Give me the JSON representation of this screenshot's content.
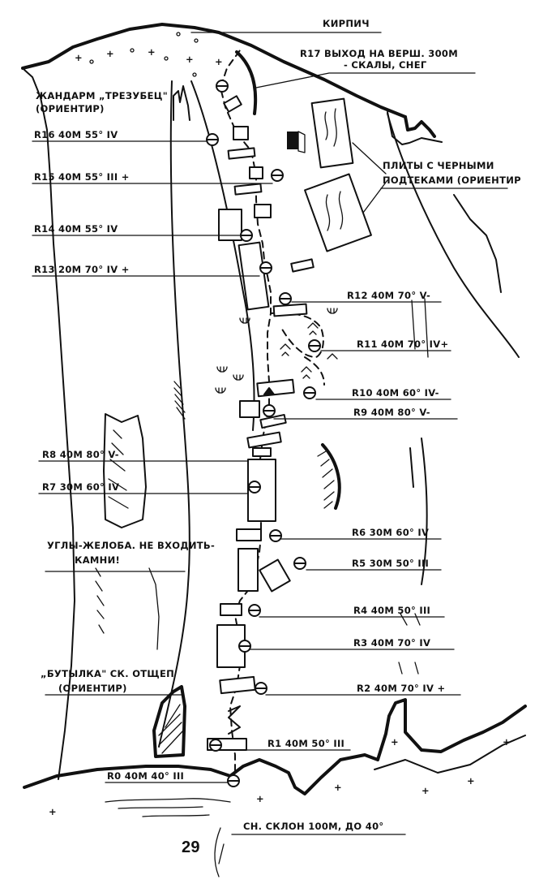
{
  "page_number": "29",
  "labels": {
    "kirpich": "КИРПИЧ",
    "r17_line1": "R17 ВЫХОД НА ВЕРШ. 300М",
    "r17_line2": "- СКАЛЫ, СНЕГ",
    "zhandarm_line1": "ЖАНДАРМ „ТРЕЗУБЕЦ\"",
    "zhandarm_line2": "(ОРИЕНТИР)",
    "r16": "R16 40М 55° IV",
    "r15": "R15 40М 55° III +",
    "r14": "R14 40М 55° IV",
    "r13": "R13 20М 70° IV +",
    "plity_line1": "ПЛИТЫ С ЧЕРНЫМИ",
    "plity_line2": "ПОДТЕКАМИ (ОРИЕНТИР",
    "r12": "R12 40М 70° V-",
    "r11": "R11 40М 70° IV+",
    "r10": "R10 40М 60° IV-",
    "r9": "R9 40М 80° V-",
    "r8": "R8 40М 80° V-",
    "r7": "R7 30М 60° IV",
    "ugly_line1": "УГЛЫ-ЖЕЛОБА. НЕ ВХОДИТЬ-",
    "ugly_line2": "КАМНИ!",
    "r6": "R6 30М 60° IV",
    "r5": "R5 30М 50° III",
    "r4": "R4 40М 50° III",
    "r3": "R3 40М 70° IV",
    "butylka_line1": "„БУТЫЛКА\" СК. ОТЩЕП",
    "butylka_line2": "(ОРИЕНТИР)",
    "r2": "R2 40М 70° IV +",
    "r1": "R1 40М 50° III",
    "r0": "R0 40М 40° III",
    "snow_slope": "СН. СКЛОН 100М, ДО 40°"
  },
  "icons": {
    "piton": "piton-icon",
    "slab": "slab-icon",
    "snow_plus": "plus-mark-icon",
    "scree": "scree-icon"
  },
  "colors": {
    "ink": "#111111",
    "paper": "#ffffff"
  }
}
